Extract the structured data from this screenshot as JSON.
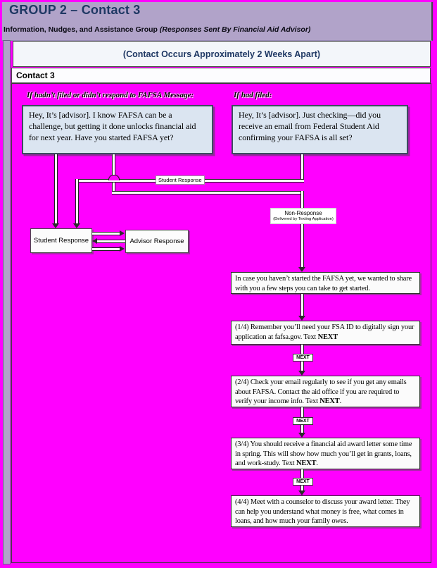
{
  "header": {
    "title": "GROUP 2 – Contact 3",
    "subtitle": "Information, Nudges, and Assistance Group ",
    "subtitle_italic": "(Responses Sent By Financial Aid Advisor)"
  },
  "banner": {
    "label": "(Contact Occurs Approximately 2 Weeks Apart)"
  },
  "contact_bar": {
    "label": "Contact 3"
  },
  "flow": {
    "left_condition": "If hadn’t filed or didn’t respond to FAFSA Message:",
    "right_condition": "If had filed:",
    "left_message": "Hey, It’s [advisor]. I know FAFSA can be a challenge, but getting it done unlocks financial aid for next year. Have you started FAFSA yet?",
    "right_message": "Hey, It’s [advisor]. Just checking—did you receive an email from Federal Student Aid confirming your FAFSA is all set?",
    "connector_labels": {
      "student_response": "Student Response",
      "non_response": "Non-Response",
      "non_response_sub": "(Delivered by Texting Application)",
      "next": "NEXT"
    },
    "response_boxes": {
      "student": "Student Response",
      "advisor": "Advisor Response"
    },
    "steps": [
      {
        "prefix": "In case you haven’t started the FAFSA yet, we wanted to share with you a few steps you can take to get started.",
        "bold": "",
        "suffix": ""
      },
      {
        "prefix": "(1/4) Remember you’ll need your FSA ID to digitally sign your application at fafsa.gov. Text ",
        "bold": "NEXT",
        "suffix": ""
      },
      {
        "prefix": "(2/4) Check your email regularly to see if you get any emails about FAFSA. Contact the aid office if you are required to verify your income info. Text ",
        "bold": "NEXT",
        "suffix": "."
      },
      {
        "prefix": "(3/4) You should receive a financial aid award letter some time in spring. This will show how much you’ll get in grants, loans, and work-study. Text ",
        "bold": "NEXT",
        "suffix": "."
      },
      {
        "prefix": "(4/4) Meet with a counselor to discuss your award letter. They can help you understand what money is free, what comes in loans, and how much your family owes.",
        "bold": "",
        "suffix": ""
      }
    ]
  },
  "colors": {
    "canvas_magenta": "#FF00FF",
    "header_lavender": "#B1A3C9",
    "title_navy": "#1F3864",
    "message_box_blue": "#DBE5F1",
    "step_box_white": "#FBFBFB"
  }
}
